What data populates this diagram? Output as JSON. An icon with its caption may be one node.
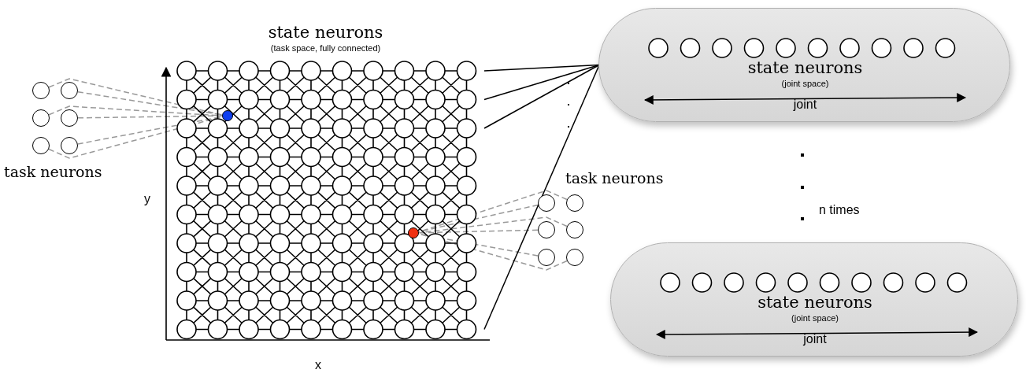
{
  "diagram": {
    "nodes": [
      {
        "text": [
          "state neurons",
          "(task space, fully connected)"
        ]
      },
      {
        "text": [],
        "shape": "circle",
        "in": 0
      },
      {
        "text": [],
        "shape": "circle",
        "in": 0
      },
      {
        "text": [],
        "shape": "circle"
      },
      {
        "text": [],
        "shape": "circle"
      },
      {
        "text": [],
        "shape": "circle"
      },
      {
        "text": [],
        "shape": "circle"
      },
      {
        "text": [],
        "shape": "circle"
      },
      {
        "text": [],
        "shape": "circle"
      },
      {
        "text": [],
        "shape": "circle"
      },
      {
        "text": [],
        "shape": "circle"
      },
      {
        "text": [],
        "shape": "circle"
      },
      {
        "text": [],
        "shape": "circle"
      },
      {
        "text": [],
        "shape": "circle"
      },
      {
        "text": [],
        "shape": "circle"
      },
      {
        "text": [
          "state neurons",
          "(joint space)",
          "joint"
        ]
      },
      {
        "text": [
          "state neurons",
          "(joint space)",
          "joint"
        ]
      }
    ],
    "edges": [
      {
        "from": 3,
        "to": 1,
        "arrow": "none",
        "style": "dashed"
      },
      {
        "from": 4,
        "to": 1,
        "arrow": "none",
        "style": "dashed"
      },
      {
        "from": 5,
        "to": 1,
        "arrow": "none",
        "style": "dashed"
      },
      {
        "from": 6,
        "to": 1,
        "arrow": "none",
        "style": "dashed"
      },
      {
        "from": 7,
        "to": 1,
        "arrow": "none",
        "style": "dashed"
      },
      {
        "from": 8,
        "to": 1,
        "arrow": "none",
        "style": "dashed"
      },
      {
        "from": 9,
        "to": 2,
        "arrow": "none",
        "style": "dashed"
      },
      {
        "from": 10,
        "to": 2,
        "arrow": "none",
        "style": "dashed"
      },
      {
        "from": 11,
        "to": 2,
        "arrow": "none",
        "style": "dashed"
      },
      {
        "from": 12,
        "to": 2,
        "arrow": "none",
        "style": "dashed"
      },
      {
        "from": 13,
        "to": 2,
        "arrow": "none",
        "style": "dashed"
      },
      {
        "from": 14,
        "to": 2,
        "arrow": "none",
        "style": "dashed"
      },
      {
        "from": 0,
        "to": 15,
        "arrow": "none",
        "color": "#000000"
      },
      {
        "from": 0,
        "to": 15,
        "arrow": "none",
        "color": "#000000"
      },
      {
        "from": 0,
        "to": 15,
        "arrow": "none",
        "color": "#000000"
      },
      {
        "from": 0,
        "to": 15,
        "arrow": "none",
        "color": "#000000"
      }
    ],
    "labels": [
      "task neurons",
      "task neurons",
      "y",
      "n times",
      "x"
    ]
  }
}
